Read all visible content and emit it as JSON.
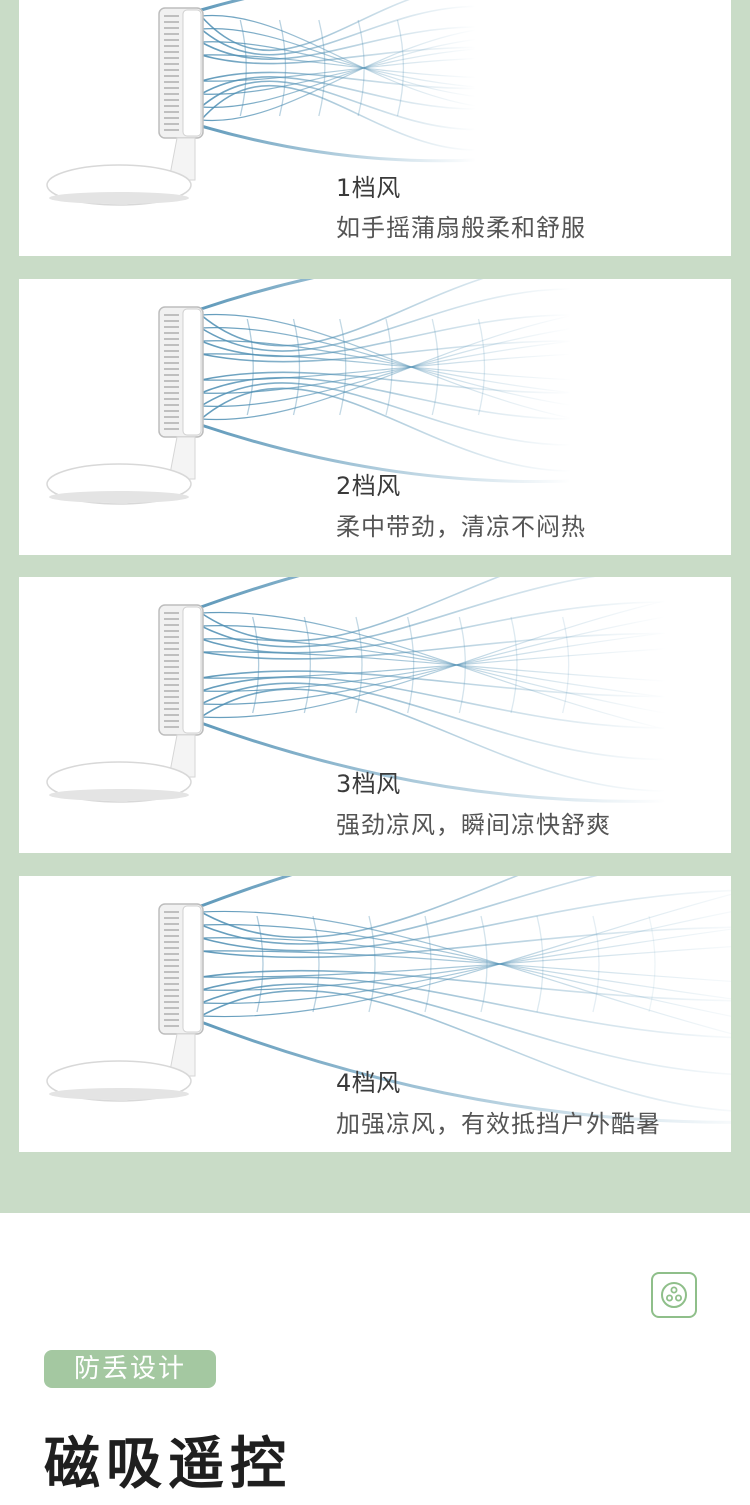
{
  "cards": [
    {
      "gear": "1档风",
      "desc": "如手摇蒲扇般柔和舒服",
      "strength": 1
    },
    {
      "gear": "2档风",
      "desc": "柔中带劲，清凉不闷热",
      "strength": 2
    },
    {
      "gear": "3档风",
      "desc": "强劲凉风，瞬间凉快舒爽",
      "strength": 3
    },
    {
      "gear": "4档风",
      "desc": "加强凉风，有效抵挡户外酷暑",
      "strength": 4
    }
  ],
  "section": {
    "tag": "防丢设计",
    "headline": "磁吸遥控"
  },
  "colors": {
    "background_green": "#c9dcc7",
    "tag_green": "#a4c8a1",
    "wind_blue": "#4f8fb3"
  }
}
